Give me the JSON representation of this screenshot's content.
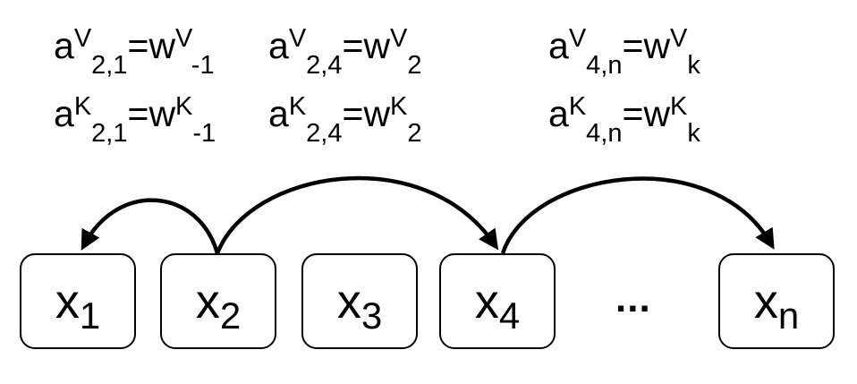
{
  "figure": {
    "colors": {
      "ink": "#000000",
      "background": "#ffffff"
    }
  },
  "equations": {
    "v_row": [
      {
        "lhs_base": "a",
        "lhs_sup": "V",
        "lhs_sub": "2,1",
        "equals": "=",
        "rhs_base": "w",
        "rhs_sup": "V",
        "rhs_sub": "-1"
      },
      {
        "lhs_base": "a",
        "lhs_sup": "V",
        "lhs_sub": "2,4",
        "equals": "=",
        "rhs_base": "w",
        "rhs_sup": "V",
        "rhs_sub": "2"
      },
      {
        "lhs_base": "a",
        "lhs_sup": "V",
        "lhs_sub": "4,n",
        "equals": "=",
        "rhs_base": "w",
        "rhs_sup": "V",
        "rhs_sub": "k"
      }
    ],
    "k_row": [
      {
        "lhs_base": "a",
        "lhs_sup": "K",
        "lhs_sub": "2,1",
        "equals": "=",
        "rhs_base": "w",
        "rhs_sup": "K",
        "rhs_sub": "-1"
      },
      {
        "lhs_base": "a",
        "lhs_sup": "K",
        "lhs_sub": "2,4",
        "equals": "=",
        "rhs_base": "w",
        "rhs_sup": "K",
        "rhs_sub": "2"
      },
      {
        "lhs_base": "a",
        "lhs_sup": "K",
        "lhs_sub": "4,n",
        "equals": "=",
        "rhs_base": "w",
        "rhs_sup": "K",
        "rhs_sub": "k"
      }
    ]
  },
  "sequence": {
    "boxes": [
      {
        "base": "x",
        "sub": "1"
      },
      {
        "base": "x",
        "sub": "2"
      },
      {
        "base": "x",
        "sub": "3"
      },
      {
        "base": "x",
        "sub": "4"
      },
      {
        "base": "x",
        "sub": "n"
      }
    ],
    "ellipsis": "..."
  },
  "arrows": [
    {
      "from": "x2",
      "to": "x1"
    },
    {
      "from": "x2",
      "to": "x4"
    },
    {
      "from": "x4",
      "to": "xn"
    }
  ]
}
